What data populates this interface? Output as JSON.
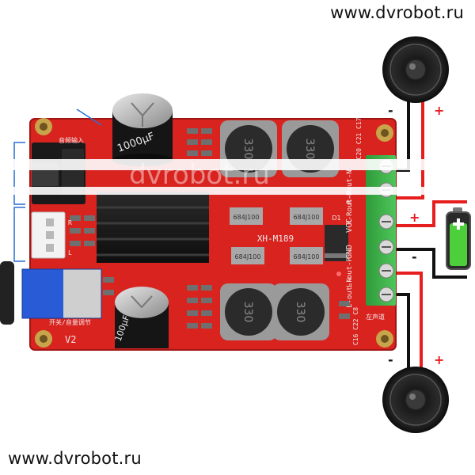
{
  "watermarks": {
    "top": "www.dvrobot.ru",
    "bottom": "www.dvrobot.ru",
    "overlay": "dvrobot.ru"
  },
  "board": {
    "model": "XH-M189",
    "version": "V2",
    "inductor_code": "330",
    "capacitor_code": "684J100",
    "capacitor_value": "1000µF",
    "cap_marking": "100µF",
    "d1": "D1",
    "silk_audio_in": "音频输入",
    "silk_switch_vol": "开关/音量调节",
    "silk_left": "左声道",
    "silk_r": "R",
    "silk_l": "L",
    "pin_r_out_n": "R-Rout-N",
    "pin_r_out_p": "R-Rout-P",
    "pin_vcc": "VCC",
    "pin_gnd": "GND",
    "pin_l_out_p": "L-out-P",
    "pin_l_out_n": "L-out-N",
    "cap_label_top": "C20 C21 C17",
    "cap_label_bottom": "C16 C22 C8"
  },
  "polarity": {
    "minus": "-",
    "plus": "+"
  },
  "colors": {
    "pcb": "#d8231f",
    "wire_red": "#e61e1e",
    "wire_black": "#111111",
    "terminal": "#3eae47",
    "battery_fill": "#4ccf3a",
    "potentiometer": "#2a5bd7"
  },
  "icons": {
    "speaker": "speaker-icon",
    "battery": "battery-icon"
  }
}
